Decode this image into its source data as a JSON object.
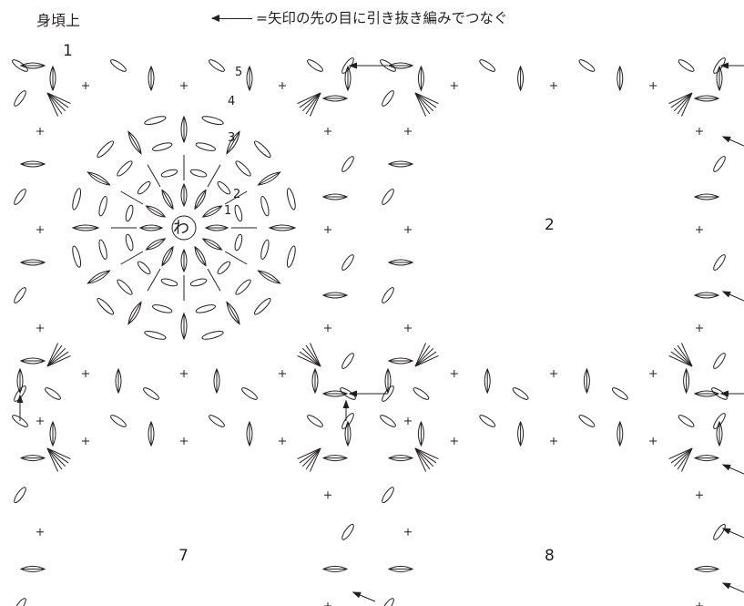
{
  "header": {
    "title": "身頃上",
    "legend_text": "=矢印の先の目に引き抜き編みでつなぐ"
  },
  "motifs": {
    "m1": "1",
    "m2": "2",
    "m7": "7",
    "m8": "8"
  },
  "rounds": [
    "1",
    "2",
    "3",
    "4",
    "5"
  ],
  "center_ring_label": "わ",
  "colors": {
    "ink": "#231f20",
    "paper": "#ffffff"
  }
}
